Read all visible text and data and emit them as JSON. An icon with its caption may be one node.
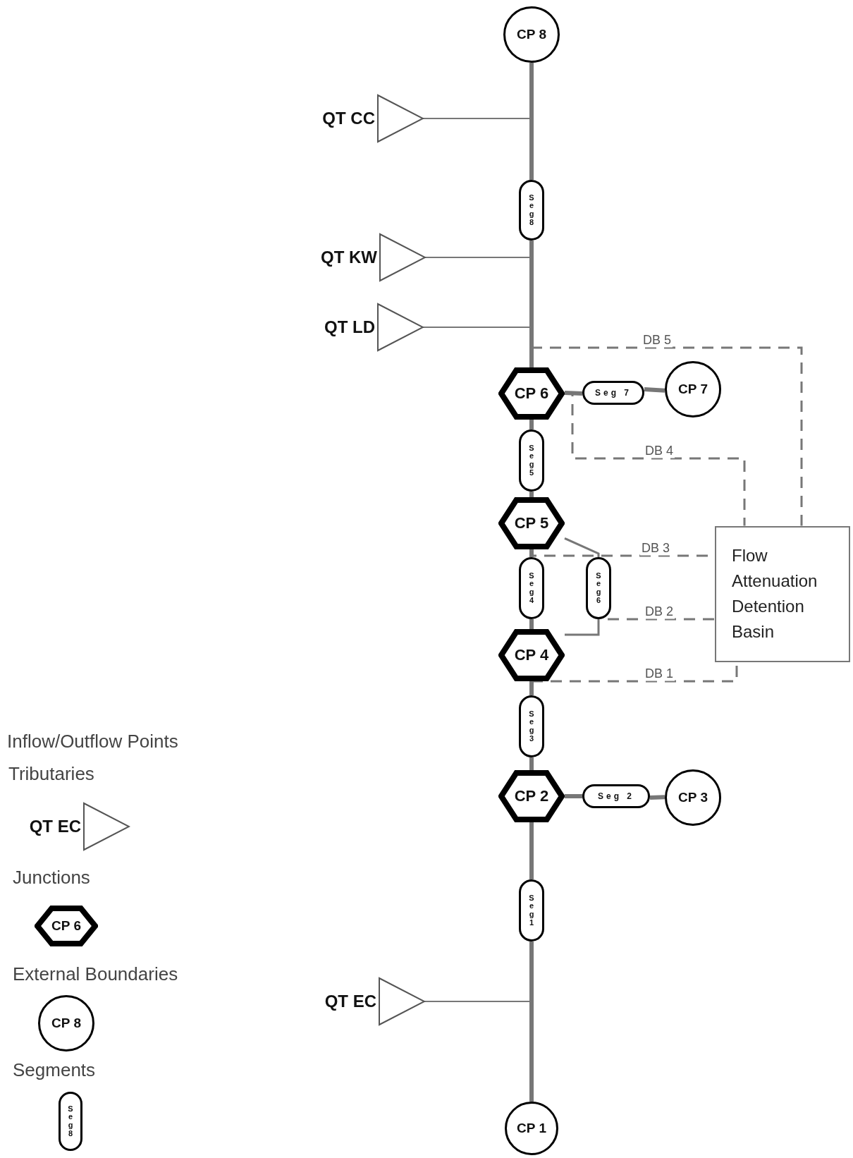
{
  "diagram": {
    "nodes": [
      {
        "text": [
          "CP 8"
        ]
      },
      {
        "text": [
          "QT CC"
        ]
      },
      {
        "text": [
          "Seg 8"
        ]
      },
      {
        "text": [
          "QT KW"
        ]
      },
      {
        "text": [
          "QT LD"
        ]
      },
      {
        "text": [
          "CP 6"
        ]
      },
      {
        "text": [
          "Seg 7"
        ]
      },
      {
        "text": [
          "CP 7"
        ]
      },
      {
        "text": [
          "Seg 5"
        ]
      },
      {
        "text": [
          "CP 5"
        ]
      },
      {
        "text": [
          "Flow Attenuation Detention Basin"
        ]
      },
      {
        "text": [
          "Seg 4"
        ]
      },
      {
        "text": [
          "Seg 6"
        ]
      },
      {
        "text": [
          "CP 4"
        ]
      },
      {
        "text": [
          "Seg 3"
        ]
      },
      {
        "text": [
          "CP 2"
        ]
      },
      {
        "text": [
          "Seg 2"
        ]
      },
      {
        "text": [
          "CP 3"
        ]
      },
      {
        "text": [
          "Seg 1"
        ]
      },
      {
        "text": [
          "QT EC"
        ]
      },
      {
        "text": [
          "CP 1"
        ]
      },
      {
        "text": [
          "QT EC"
        ]
      },
      {
        "text": [
          "CP 6"
        ]
      },
      {
        "text": [
          "CP 8"
        ]
      },
      {
        "text": [
          "Seg 8"
        ]
      }
    ],
    "edges": [
      {
        "from": 0,
        "to": 2,
        "arrow": "none"
      },
      {
        "from": 2,
        "to": 5,
        "arrow": "none"
      },
      {
        "from": 5,
        "to": 6,
        "arrow": "none"
      },
      {
        "from": 6,
        "to": 7,
        "arrow": "none"
      },
      {
        "from": 5,
        "to": 8,
        "arrow": "none"
      },
      {
        "from": 8,
        "to": 9,
        "arrow": "none"
      },
      {
        "from": 9,
        "to": 11,
        "arrow": "none"
      },
      {
        "from": 11,
        "to": 13,
        "arrow": "none"
      },
      {
        "from": 9,
        "to": 12,
        "arrow": "none"
      },
      {
        "from": 12,
        "to": 13,
        "arrow": "none"
      },
      {
        "from": 13,
        "to": 14,
        "arrow": "none"
      },
      {
        "from": 14,
        "to": 15,
        "arrow": "none"
      },
      {
        "from": 15,
        "to": 16,
        "arrow": "none"
      },
      {
        "from": 16,
        "to": 17,
        "arrow": "none"
      },
      {
        "from": 15,
        "to": 18,
        "arrow": "none"
      },
      {
        "from": 18,
        "to": 20,
        "arrow": "none"
      },
      {
        "from": 1,
        "to": null,
        "arrow": "none"
      },
      {
        "from": 3,
        "to": null,
        "arrow": "none"
      },
      {
        "from": 4,
        "to": null,
        "arrow": "none"
      },
      {
        "from": 19,
        "to": null,
        "arrow": "none"
      },
      {
        "from": 5,
        "to": 10,
        "arrow": "none",
        "style": "dashed",
        "label": "DB 5"
      },
      {
        "from": 5,
        "to": 10,
        "arrow": "none",
        "style": "dashed",
        "label": "DB 4"
      },
      {
        "from": 9,
        "to": 10,
        "arrow": "none",
        "style": "dashed",
        "label": "DB 3"
      },
      {
        "from": 12,
        "to": 10,
        "arrow": "none",
        "style": "dashed",
        "label": "DB 2"
      },
      {
        "from": 13,
        "to": 10,
        "arrow": "none",
        "style": "dashed",
        "label": "DB 1"
      }
    ],
    "labels": [
      "Inflow/Outflow Points"
    ],
    "legend": [
      {
        "text": "Tributaries"
      },
      {
        "text": "Junctions"
      },
      {
        "text": "External Boundaries"
      },
      {
        "text": "Segments"
      }
    ]
  }
}
